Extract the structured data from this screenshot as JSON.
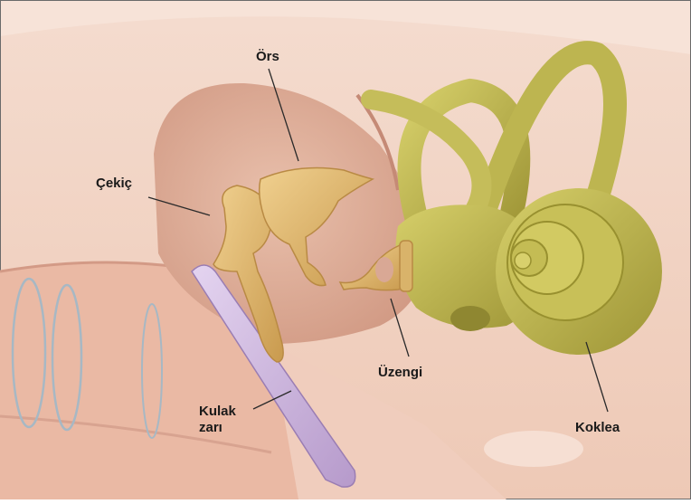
{
  "labels": {
    "ors": "Örs",
    "cekic": "Çekiç",
    "uzengi": "Üzengi",
    "koklea": "Koklea",
    "kulak_line1": "Kulak",
    "kulak_line2": "zarı"
  },
  "colors": {
    "background": "#f2d2c2",
    "flesh_light": "#f6dccd",
    "flesh_dark": "#d9a895",
    "cavity": "#e2b29f",
    "ossicle": "#e2bd72",
    "inner_ear": "#b9b24a",
    "eardrum": "#c9b3dc",
    "text": "#1a1a1a"
  }
}
